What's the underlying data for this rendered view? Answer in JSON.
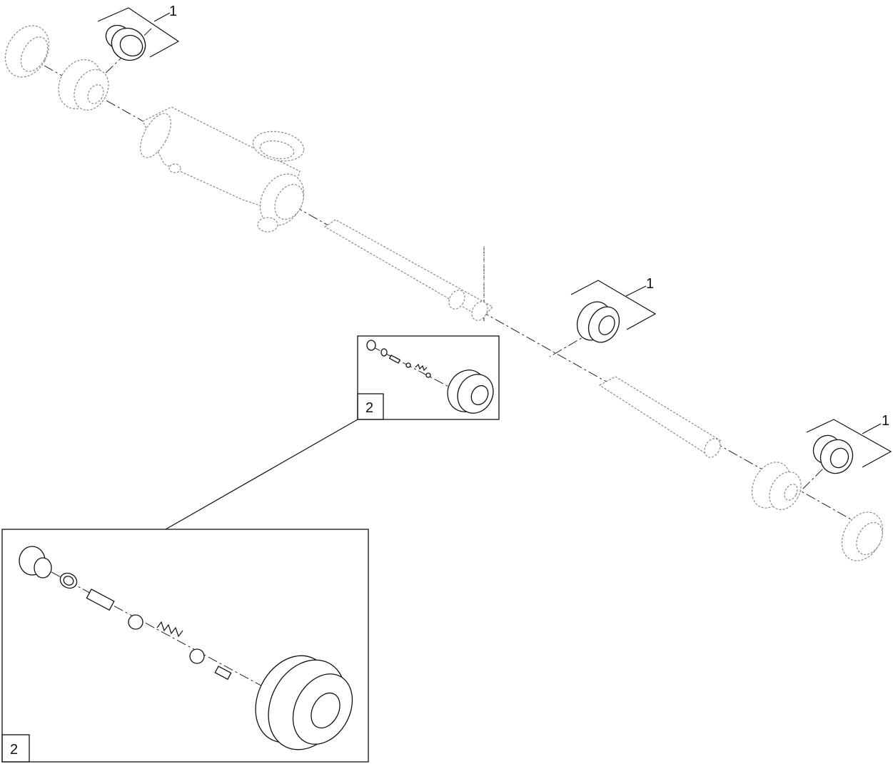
{
  "callouts": {
    "kit_top": "1",
    "kit_middle": "1",
    "kit_right": "1",
    "detail_small": "2",
    "detail_large": "2"
  }
}
